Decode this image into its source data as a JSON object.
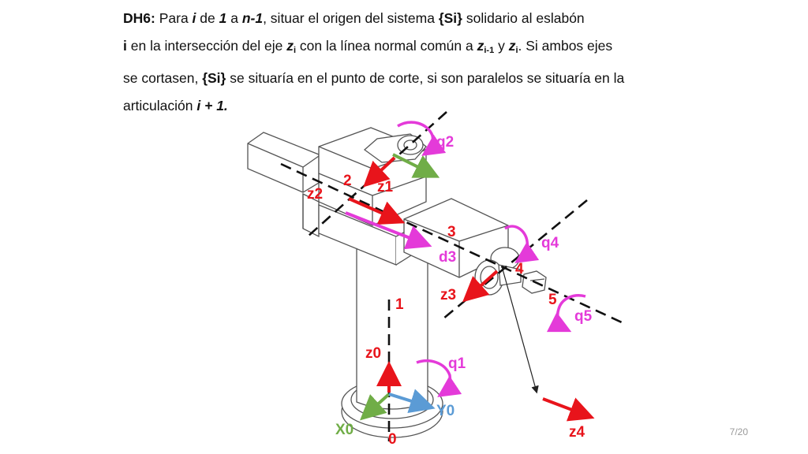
{
  "text": {
    "p1_a": "DH6:",
    "p1_b": " Para ",
    "p1_c": "i",
    "p1_d": " de ",
    "p1_e": "1",
    "p1_f": " a ",
    "p1_g": "n-1",
    "p1_h": ", situar el origen del sistema ",
    "p1_i": "{Si}",
    "p1_j": " solidario al eslabón",
    "p2_a": "i",
    "p2_b": " en la intersección del eje ",
    "p2_c": "z",
    "p2_d": "i",
    "p2_e": " con la línea normal común a ",
    "p2_f": "z",
    "p2_g": "i-1",
    "p2_h": " y ",
    "p2_i": "z",
    "p2_j": "i",
    "p2_k": ". Si ambos ejes",
    "p3_a": "se cortasen, ",
    "p3_b": "{Si}",
    "p3_c": " se situaría en el punto de corte, si son paralelos se situaría en la",
    "p4_a": "articulación ",
    "p4_b": "i + 1."
  },
  "labels": {
    "q2": "q2",
    "n2": "2",
    "z1": "z1",
    "z2": "z2",
    "n3": "3",
    "q4": "q4",
    "d3": "d3",
    "n4": "4",
    "z3": "z3",
    "n1": "1",
    "n5": "5",
    "q5": "q5",
    "z0": "z0",
    "q1": "q1",
    "Y0": "Y0",
    "X0": "X0",
    "z4": "z4",
    "n0": "0"
  },
  "page": "7/20",
  "colors": {
    "red": "#e8141b",
    "magenta": "#e43ad9",
    "blue": "#5b9bd5",
    "green": "#70ad47",
    "line": "#555555"
  }
}
